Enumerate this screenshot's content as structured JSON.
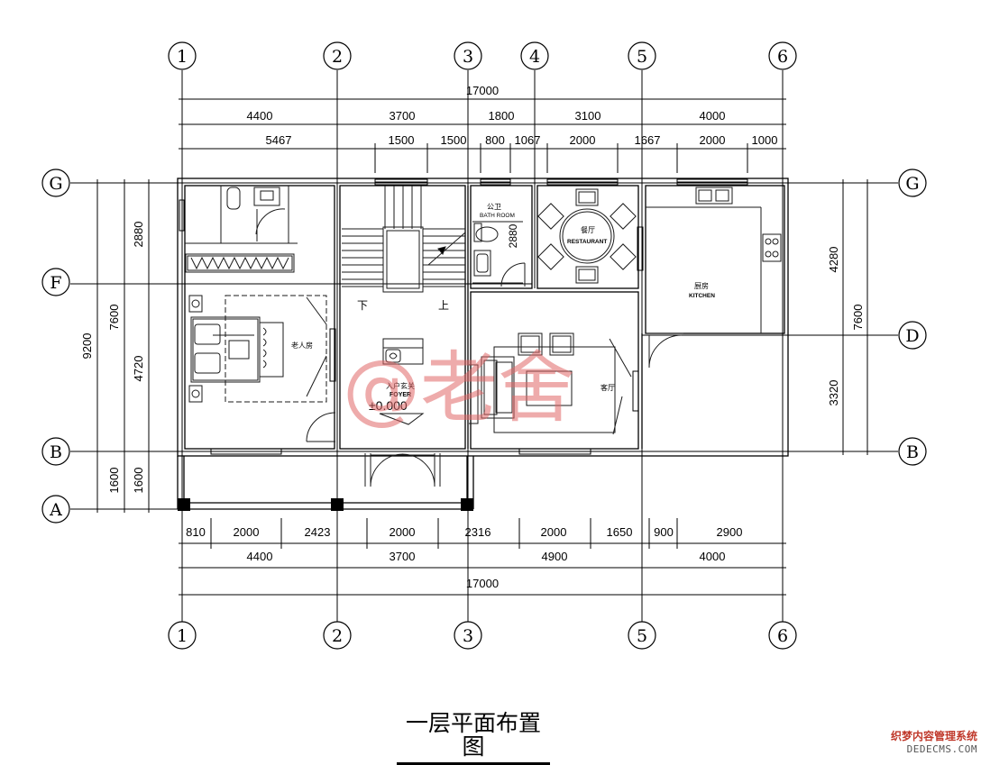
{
  "drawing": {
    "title": "一层平面布置图",
    "watermark": "@老舍",
    "site_watermark": "织梦内容管理系统",
    "site_watermark_url": "DEDECMS.COM"
  },
  "grid_axes": {
    "numbers": [
      "1",
      "2",
      "3",
      "4",
      "5",
      "6"
    ],
    "letters": [
      "G",
      "F",
      "D",
      "B",
      "A"
    ]
  },
  "dimensions": {
    "top_total": "17000",
    "top_bays": [
      "4400",
      "3700",
      "1800",
      "3100",
      "4000"
    ],
    "top_details": [
      "5467",
      "1500",
      "1500",
      "800",
      "1067",
      "2000",
      "1667",
      "2000",
      "1000"
    ],
    "bottom_details": [
      "810",
      "2000",
      "2423",
      "2000",
      "2316",
      "2000",
      "1650",
      "900",
      "2900"
    ],
    "bottom_bays": [
      "4400",
      "3700",
      "4900",
      "4000"
    ],
    "bottom_total": "17000",
    "left_total": "9200",
    "left_mid": [
      "7600",
      "1600"
    ],
    "left_inner": [
      "2880",
      "4720",
      "1600"
    ],
    "right_inner": [
      "4280",
      "3320"
    ],
    "right_outer": "7600",
    "bathroom_inner": "2880"
  },
  "rooms": {
    "elderly_room": "老人房",
    "bathroom_cn": "公卫",
    "bathroom_en": "BATH ROOM",
    "restaurant_cn": "餐厅",
    "restaurant_en": "RESTAURANT",
    "kitchen_cn": "厨房",
    "kitchen_en": "KITCHEN",
    "foyer_cn": "入户玄关",
    "foyer_en": "FOYER",
    "elevation": "±0.000",
    "living_room": "客厅",
    "stair_down": "下",
    "stair_up": "上"
  },
  "colors": {
    "line": "#000000",
    "furniture": "#1a1a1a",
    "watermark": "#e06666"
  }
}
